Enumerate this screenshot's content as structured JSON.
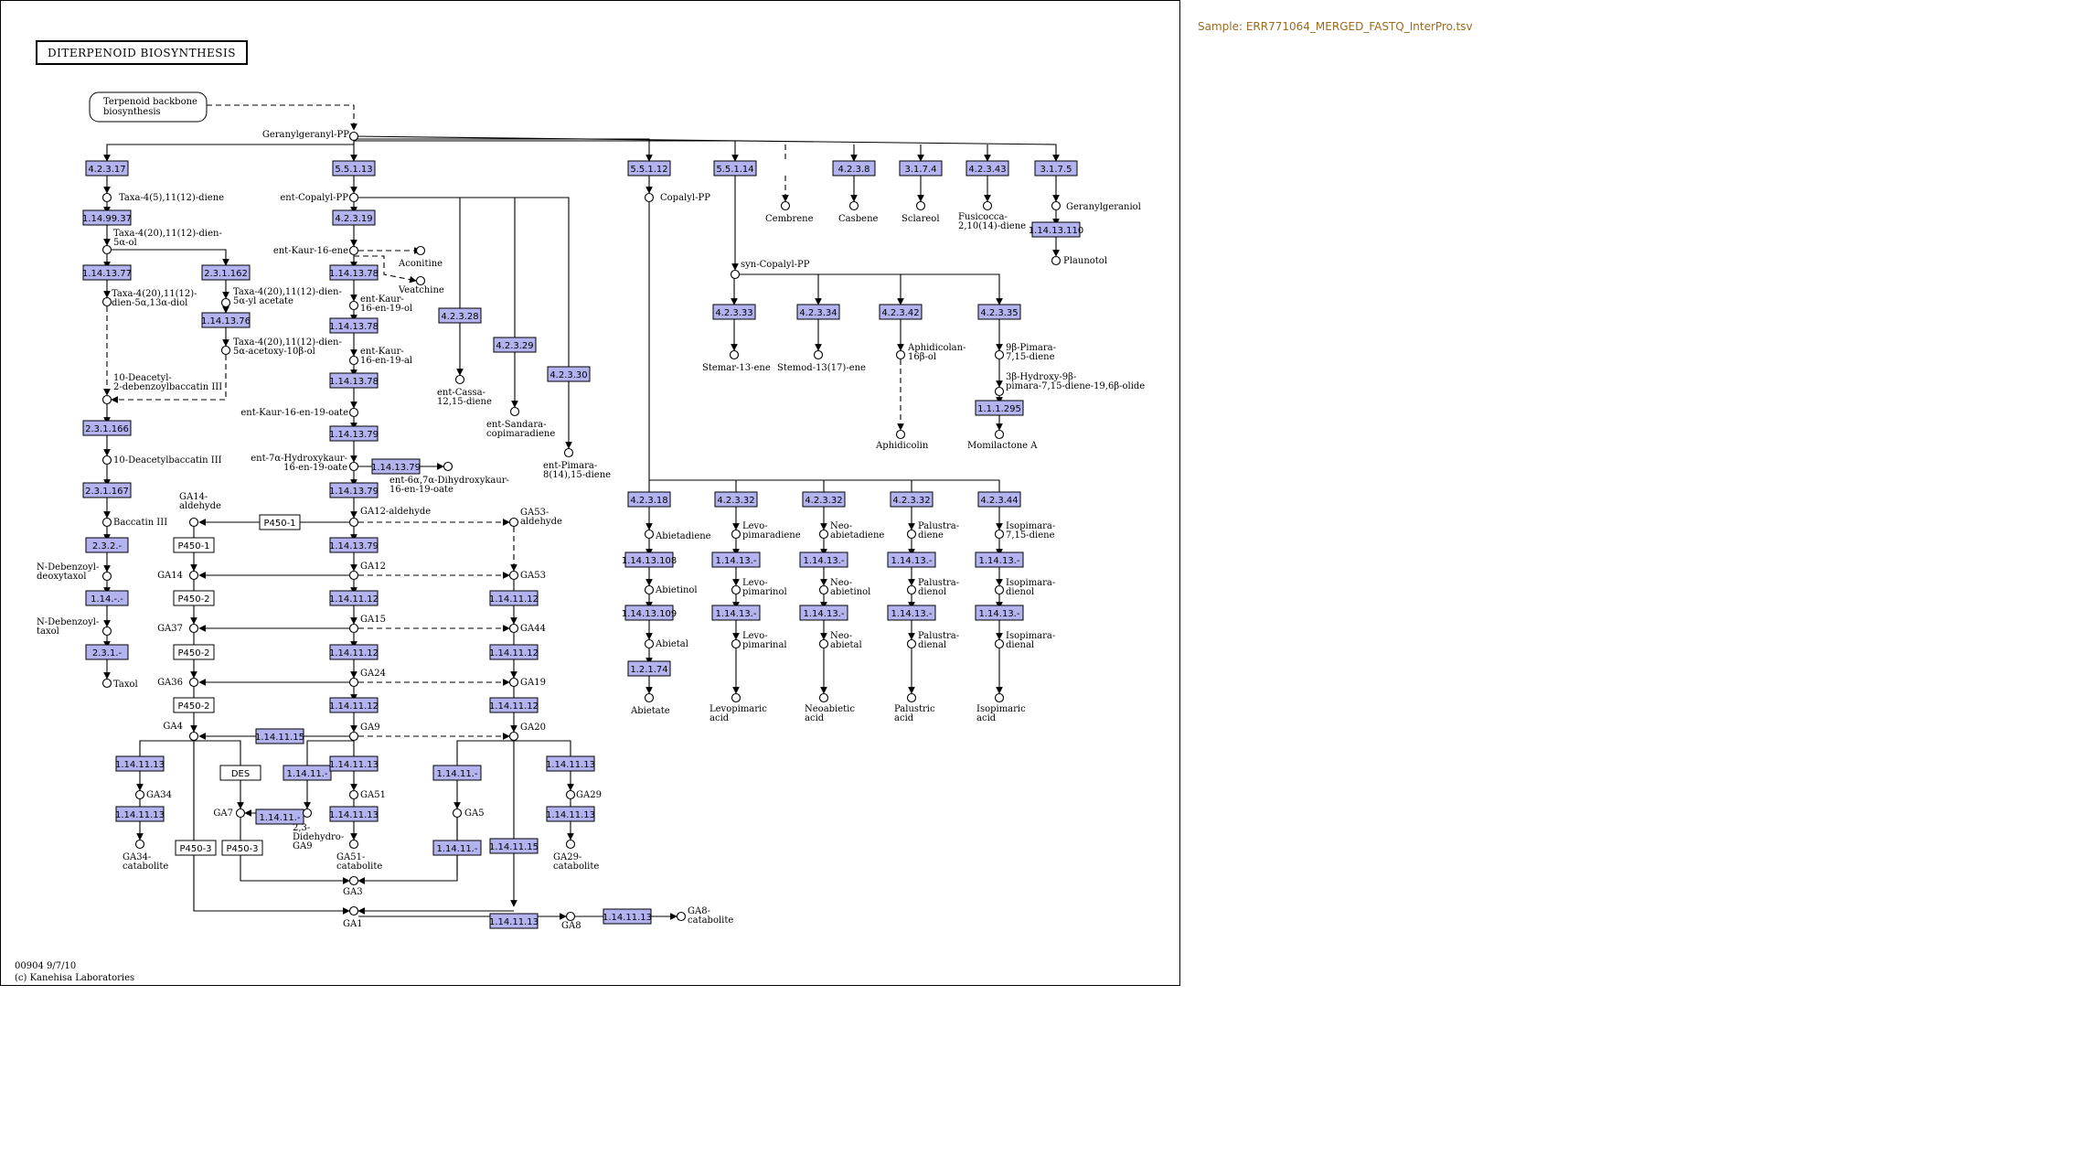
{
  "sample_label": "Sample: ERR771064_MERGED_FASTQ_InterPro.tsv",
  "map_title": "DITERPENOID BIOSYNTHESIS",
  "footer": {
    "code": "00904 9/7/10",
    "copyright": "(c) Kanehisa Laboratories"
  },
  "colors": {
    "enzyme_fill": "#b3b3f0",
    "sample_text": "#9a6b20"
  },
  "enzymes": [
    {
      "id": "e1",
      "label": "4.2.3.17"
    },
    {
      "id": "e2",
      "label": "1.14.99.37"
    },
    {
      "id": "e3",
      "label": "1.14.13.77"
    },
    {
      "id": "e4",
      "label": "2.3.1.162"
    },
    {
      "id": "e5",
      "label": "1.14.13.76"
    },
    {
      "id": "e6",
      "label": "2.3.1.166"
    },
    {
      "id": "e7",
      "label": "2.3.1.167"
    },
    {
      "id": "e8",
      "label": "2.3.2.-"
    },
    {
      "id": "e9",
      "label": "1.14.-.-"
    },
    {
      "id": "e10",
      "label": "2.3.1.-"
    },
    {
      "id": "e11",
      "label": "5.5.1.13"
    },
    {
      "id": "e12",
      "label": "4.2.3.19"
    },
    {
      "id": "e13",
      "label": "1.14.13.78"
    },
    {
      "id": "e14",
      "label": "1.14.13.78"
    },
    {
      "id": "e15",
      "label": "1.14.13.78"
    },
    {
      "id": "e16",
      "label": "1.14.13.79"
    },
    {
      "id": "e17",
      "label": "1.14.13.79"
    },
    {
      "id": "e18",
      "label": "1.14.13.79"
    },
    {
      "id": "e19",
      "label": "1.14.13.79"
    },
    {
      "id": "e20",
      "label": "1.14.11.12"
    },
    {
      "id": "e21",
      "label": "1.14.11.12"
    },
    {
      "id": "e22",
      "label": "1.14.11.12"
    },
    {
      "id": "e23",
      "label": "1.14.11.12"
    },
    {
      "id": "e24",
      "label": "1.14.11.12"
    },
    {
      "id": "e25",
      "label": "1.14.11.12"
    },
    {
      "id": "e26",
      "label": "4.2.3.28"
    },
    {
      "id": "e27",
      "label": "4.2.3.29"
    },
    {
      "id": "e28",
      "label": "4.2.3.30"
    },
    {
      "id": "e29",
      "label": "1.14.11.15"
    },
    {
      "id": "e30",
      "label": "1.14.11.13"
    },
    {
      "id": "e31",
      "label": "1.14.11.13"
    },
    {
      "id": "e32",
      "label": "1.14.11.-"
    },
    {
      "id": "e33",
      "label": "1.14.11.-"
    },
    {
      "id": "e34",
      "label": "1.14.11.13"
    },
    {
      "id": "e35",
      "label": "1.14.11.13"
    },
    {
      "id": "e36",
      "label": "1.14.11.-"
    },
    {
      "id": "e37",
      "label": "1.14.11.-"
    },
    {
      "id": "e38",
      "label": "1.14.11.15"
    },
    {
      "id": "e39",
      "label": "1.14.11.13"
    },
    {
      "id": "e40",
      "label": "1.14.11.13"
    },
    {
      "id": "e41",
      "label": "1.14.11.13"
    },
    {
      "id": "e42",
      "label": "1.14.11.13"
    },
    {
      "id": "e43",
      "label": "5.5.1.12"
    },
    {
      "id": "e44",
      "label": "5.5.1.14"
    },
    {
      "id": "e45",
      "label": "4.2.3.8"
    },
    {
      "id": "e46",
      "label": "3.1.7.4"
    },
    {
      "id": "e47",
      "label": "4.2.3.43"
    },
    {
      "id": "e48",
      "label": "3.1.7.5"
    },
    {
      "id": "e49",
      "label": "1.14.13.110"
    },
    {
      "id": "e50",
      "label": "4.2.3.33"
    },
    {
      "id": "e51",
      "label": "4.2.3.34"
    },
    {
      "id": "e52",
      "label": "4.2.3.42"
    },
    {
      "id": "e53",
      "label": "4.2.3.35"
    },
    {
      "id": "e54",
      "label": "1.1.1.295"
    },
    {
      "id": "e55",
      "label": "4.2.3.18"
    },
    {
      "id": "e56",
      "label": "1.14.13.108"
    },
    {
      "id": "e57",
      "label": "1.14.13.109"
    },
    {
      "id": "e58",
      "label": "1.2.1.74"
    },
    {
      "id": "e59",
      "label": "4.2.3.32"
    },
    {
      "id": "e60",
      "label": "1.14.13.-"
    },
    {
      "id": "e61",
      "label": "1.14.13.-"
    },
    {
      "id": "e62",
      "label": "4.2.3.32"
    },
    {
      "id": "e63",
      "label": "1.14.13.-"
    },
    {
      "id": "e64",
      "label": "1.14.13.-"
    },
    {
      "id": "e65",
      "label": "4.2.3.32"
    },
    {
      "id": "e66",
      "label": "1.14.13.-"
    },
    {
      "id": "e67",
      "label": "1.14.13.-"
    },
    {
      "id": "e68",
      "label": "4.2.3.44"
    },
    {
      "id": "e69",
      "label": "1.14.13.-"
    },
    {
      "id": "e70",
      "label": "1.14.13.-"
    }
  ],
  "gene_boxes": [
    {
      "id": "g1",
      "label": "P450-1"
    },
    {
      "id": "g2",
      "label": "P450-1"
    },
    {
      "id": "g3",
      "label": "P450-2"
    },
    {
      "id": "g4",
      "label": "P450-2"
    },
    {
      "id": "g5",
      "label": "P450-2"
    },
    {
      "id": "g6",
      "label": "DES"
    },
    {
      "id": "g7",
      "label": "P450-3"
    },
    {
      "id": "g8",
      "label": "P450-3"
    }
  ],
  "pathway_box": {
    "lines": [
      "Terpenoid backbone",
      "biosynthesis"
    ]
  },
  "compounds": [
    {
      "id": "c1",
      "lines": [
        "Geranylgeranyl-PP"
      ]
    },
    {
      "id": "c2",
      "lines": [
        "Taxa-4(5),11(12)-diene"
      ]
    },
    {
      "id": "c3",
      "lines": [
        "Taxa-4(20),11(12)-dien-",
        "5α-ol"
      ]
    },
    {
      "id": "c4",
      "lines": [
        "Taxa-4(20),11(12)-",
        "dien-5α,13α-diol"
      ]
    },
    {
      "id": "c5",
      "lines": [
        "Taxa-4(20),11(12)-dien-",
        "5α-yl acetate"
      ]
    },
    {
      "id": "c6",
      "lines": [
        "Taxa-4(20),11(12)-dien-",
        "5α-acetoxy-10β-ol"
      ]
    },
    {
      "id": "c7",
      "lines": [
        "10-Deacetyl-",
        "2-debenzoylbaccatin III"
      ]
    },
    {
      "id": "c8",
      "lines": [
        "10-Deacetylbaccatin III"
      ]
    },
    {
      "id": "c9",
      "lines": [
        "Baccatin III"
      ]
    },
    {
      "id": "c10",
      "lines": [
        "N-Debenzoyl-",
        "deoxytaxol"
      ]
    },
    {
      "id": "c11",
      "lines": [
        "N-Debenzoyl-",
        "taxol"
      ]
    },
    {
      "id": "c12",
      "lines": [
        "Taxol"
      ]
    },
    {
      "id": "c13",
      "lines": [
        "ent-Copalyl-PP"
      ]
    },
    {
      "id": "c14",
      "lines": [
        "ent-Kaur-16-ene"
      ]
    },
    {
      "id": "c15",
      "lines": [
        "Aconitine"
      ]
    },
    {
      "id": "c16",
      "lines": [
        "Veatchine"
      ]
    },
    {
      "id": "c17",
      "lines": [
        "ent-Kaur-",
        "16-en-19-ol"
      ]
    },
    {
      "id": "c18",
      "lines": [
        "ent-Kaur-",
        "16-en-19-al"
      ]
    },
    {
      "id": "c19",
      "lines": [
        "ent-Kaur-16-en-19-oate"
      ]
    },
    {
      "id": "c20",
      "lines": [
        "ent-7α-Hydroxykaur-",
        "16-en-19-oate"
      ]
    },
    {
      "id": "c21",
      "lines": [
        "ent-6α,7α-Dihydroxykaur-",
        "16-en-19-oate"
      ]
    },
    {
      "id": "c22",
      "lines": [
        "GA12-aldehyde"
      ]
    },
    {
      "id": "c23",
      "lines": [
        "GA14-",
        "aldehyde"
      ]
    },
    {
      "id": "c24",
      "lines": [
        "GA53-",
        "aldehyde"
      ]
    },
    {
      "id": "c25",
      "lines": [
        "GA12"
      ]
    },
    {
      "id": "c26",
      "lines": [
        "GA14"
      ]
    },
    {
      "id": "c27",
      "lines": [
        "GA53"
      ]
    },
    {
      "id": "c28",
      "lines": [
        "GA15"
      ]
    },
    {
      "id": "c29",
      "lines": [
        "GA37"
      ]
    },
    {
      "id": "c30",
      "lines": [
        "GA44"
      ]
    },
    {
      "id": "c31",
      "lines": [
        "GA24"
      ]
    },
    {
      "id": "c32",
      "lines": [
        "GA36"
      ]
    },
    {
      "id": "c33",
      "lines": [
        "GA19"
      ]
    },
    {
      "id": "c34",
      "lines": [
        "GA9"
      ]
    },
    {
      "id": "c35",
      "lines": [
        "GA4"
      ]
    },
    {
      "id": "c36",
      "lines": [
        "GA20"
      ]
    },
    {
      "id": "c37",
      "lines": [
        "GA34"
      ]
    },
    {
      "id": "c38",
      "lines": [
        "GA34-",
        "catabolite"
      ]
    },
    {
      "id": "c39",
      "lines": [
        "GA7"
      ]
    },
    {
      "id": "c40",
      "lines": [
        "2,3-",
        "Didehydro-",
        "GA9"
      ]
    },
    {
      "id": "c41",
      "lines": [
        "GA51"
      ]
    },
    {
      "id": "c42",
      "lines": [
        "GA51-",
        "catabolite"
      ]
    },
    {
      "id": "c43",
      "lines": [
        "GA5"
      ]
    },
    {
      "id": "c44",
      "lines": [
        "GA29"
      ]
    },
    {
      "id": "c45",
      "lines": [
        "GA29-",
        "catabolite"
      ]
    },
    {
      "id": "c46",
      "lines": [
        "GA3"
      ]
    },
    {
      "id": "c47",
      "lines": [
        "GA1"
      ]
    },
    {
      "id": "c48",
      "lines": [
        "GA8"
      ]
    },
    {
      "id": "c49",
      "lines": [
        "GA8-",
        "catabolite"
      ]
    },
    {
      "id": "c50",
      "lines": [
        "ent-Cassa-",
        "12,15-diene"
      ]
    },
    {
      "id": "c51",
      "lines": [
        "ent-Sandara-",
        "copimaradiene"
      ]
    },
    {
      "id": "c52",
      "lines": [
        "ent-Pimara-",
        "8(14),15-diene"
      ]
    },
    {
      "id": "c53",
      "lines": [
        "Copalyl-PP"
      ]
    },
    {
      "id": "c54",
      "lines": [
        "Cembrene"
      ]
    },
    {
      "id": "c55",
      "lines": [
        "Casbene"
      ]
    },
    {
      "id": "c56",
      "lines": [
        "Sclareol"
      ]
    },
    {
      "id": "c57",
      "lines": [
        "Fusicocca-",
        "2,10(14)-diene"
      ]
    },
    {
      "id": "c58",
      "lines": [
        "Geranylgeraniol"
      ]
    },
    {
      "id": "c59",
      "lines": [
        "Plaunotol"
      ]
    },
    {
      "id": "c60",
      "lines": [
        "syn-Copalyl-PP"
      ]
    },
    {
      "id": "c61",
      "lines": [
        "Stemar-13-ene"
      ]
    },
    {
      "id": "c62",
      "lines": [
        "Stemod-13(17)-ene"
      ]
    },
    {
      "id": "c63",
      "lines": [
        "Aphidicolan-",
        "16β-ol"
      ]
    },
    {
      "id": "c64",
      "lines": [
        "Aphidicolin"
      ]
    },
    {
      "id": "c65",
      "lines": [
        "9β-Pimara-",
        "7,15-diene"
      ]
    },
    {
      "id": "c66",
      "lines": [
        "3β-Hydroxy-9β-",
        "pimara-7,15-diene-19,6β-olide"
      ]
    },
    {
      "id": "c67",
      "lines": [
        "Momilactone A"
      ]
    },
    {
      "id": "c68",
      "lines": [
        "Abietadiene"
      ]
    },
    {
      "id": "c69",
      "lines": [
        "Abietinol"
      ]
    },
    {
      "id": "c70",
      "lines": [
        "Abietal"
      ]
    },
    {
      "id": "c71",
      "lines": [
        "Abietate"
      ]
    },
    {
      "id": "c72",
      "lines": [
        "Levo-",
        "pimaradiene"
      ]
    },
    {
      "id": "c73",
      "lines": [
        "Levo-",
        "pimarinol"
      ]
    },
    {
      "id": "c74",
      "lines": [
        "Levo-",
        "pimarinal"
      ]
    },
    {
      "id": "c75",
      "lines": [
        "Levopimaric",
        "acid"
      ]
    },
    {
      "id": "c76",
      "lines": [
        "Neo-",
        "abietadiene"
      ]
    },
    {
      "id": "c77",
      "lines": [
        "Neo-",
        "abietinol"
      ]
    },
    {
      "id": "c78",
      "lines": [
        "Neo-",
        "abietal"
      ]
    },
    {
      "id": "c79",
      "lines": [
        "Neoabietic",
        "acid"
      ]
    },
    {
      "id": "c80",
      "lines": [
        "Palustra-",
        "diene"
      ]
    },
    {
      "id": "c81",
      "lines": [
        "Palustra-",
        "dienol"
      ]
    },
    {
      "id": "c82",
      "lines": [
        "Palustra-",
        "dienal"
      ]
    },
    {
      "id": "c83",
      "lines": [
        "Palustric",
        "acid"
      ]
    },
    {
      "id": "c84",
      "lines": [
        "Isopimara-",
        "7,15-diene"
      ]
    },
    {
      "id": "c85",
      "lines": [
        "Isopimara-",
        "dienol"
      ]
    },
    {
      "id": "c86",
      "lines": [
        "Isopimara-",
        "dienal"
      ]
    },
    {
      "id": "c87",
      "lines": [
        "Isopimaric",
        "acid"
      ]
    }
  ]
}
